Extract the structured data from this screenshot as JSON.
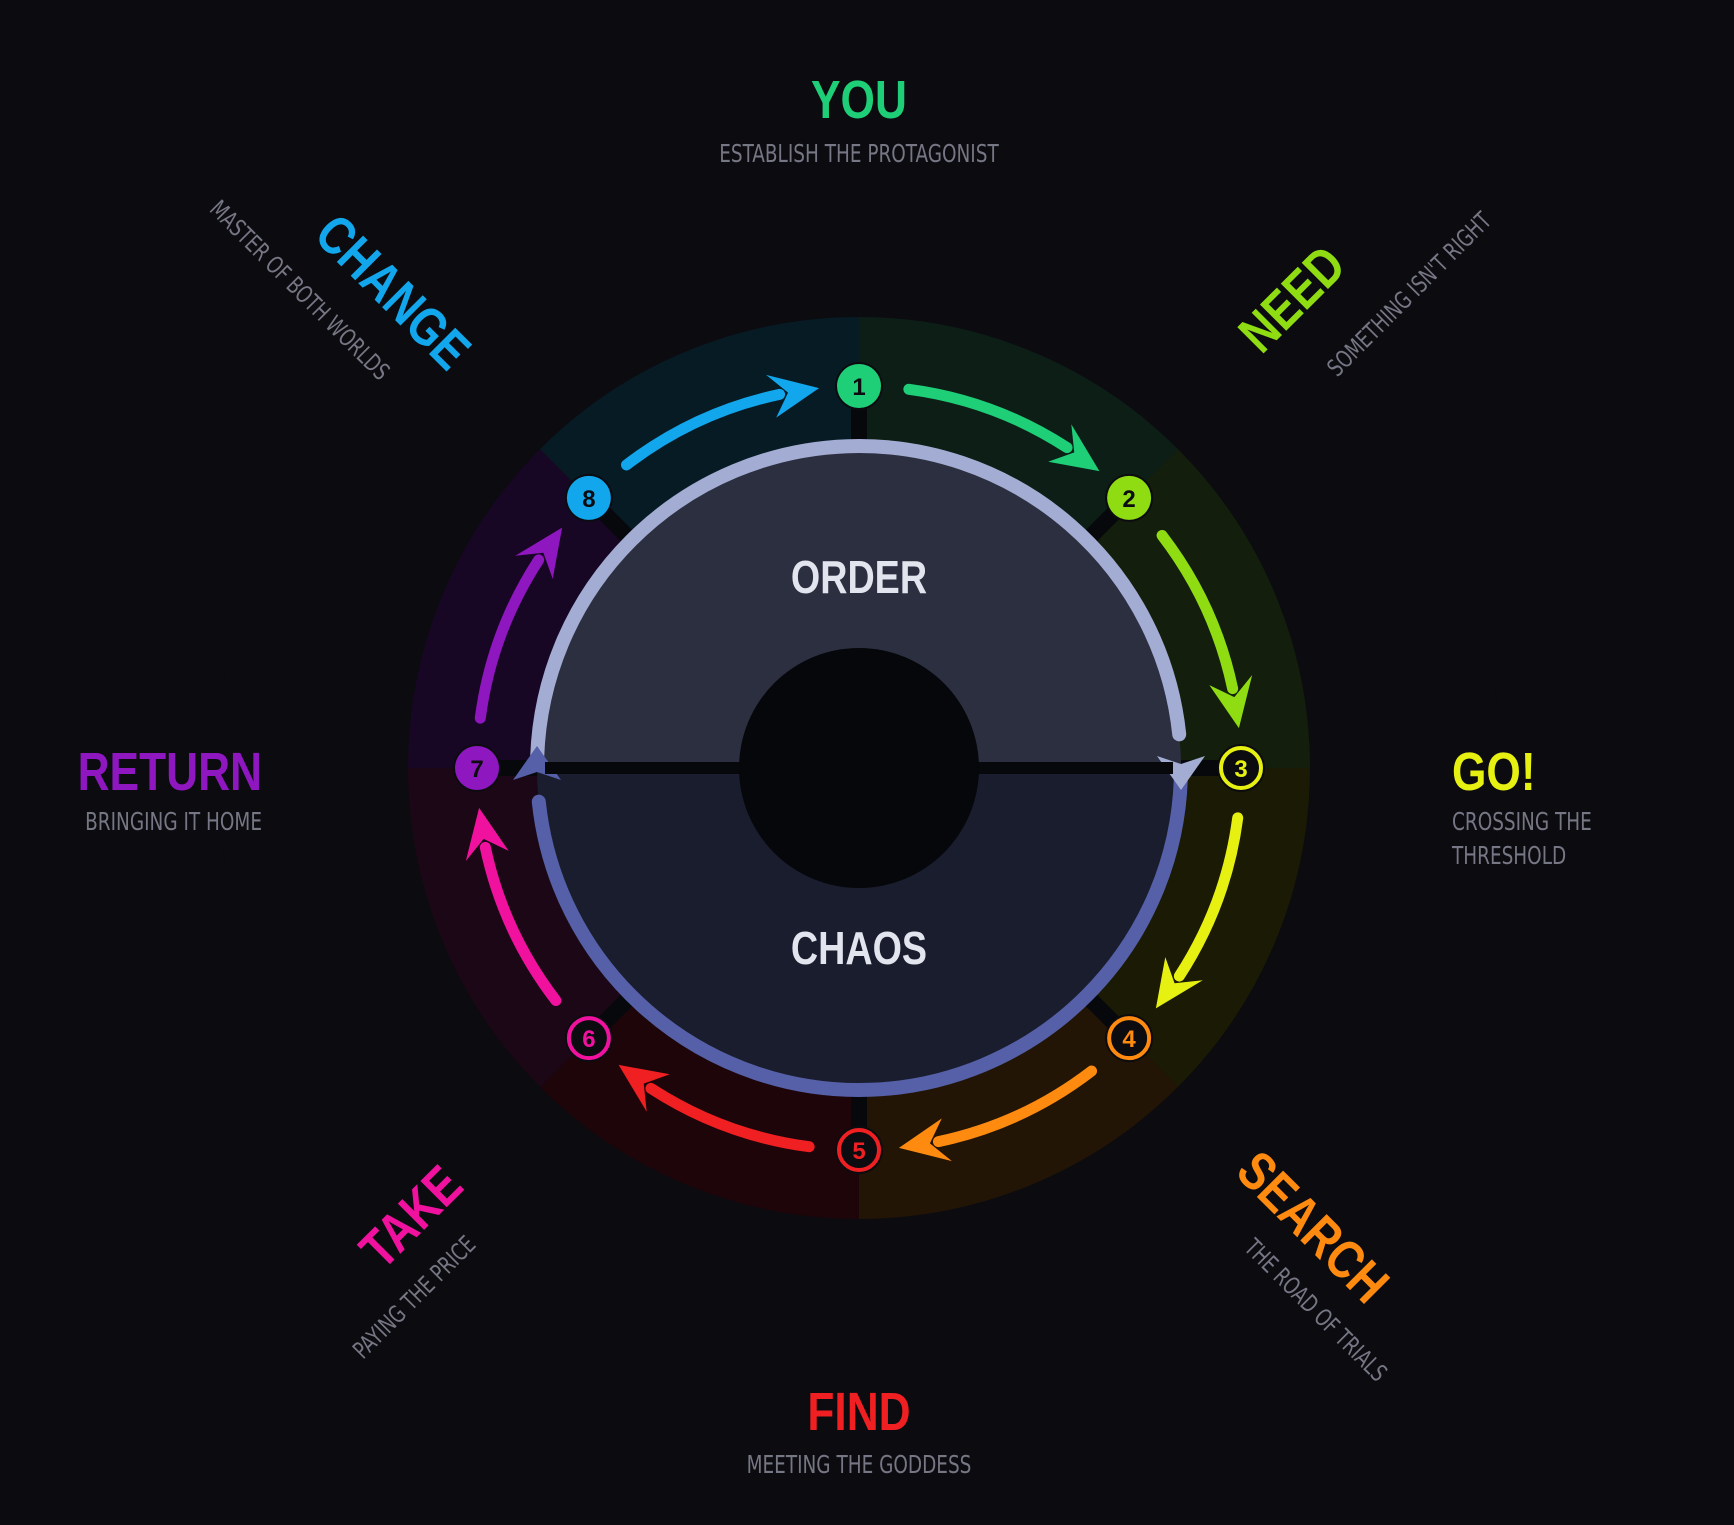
{
  "diagram": {
    "center": {
      "upper_label": "ORDER",
      "lower_label": "CHAOS"
    },
    "stages": [
      {
        "number": "1",
        "title": "YOU",
        "subtitle": "ESTABLISH THE PROTAGONIST",
        "color": "#1ecf78",
        "sector_fill": "#0d1e17"
      },
      {
        "number": "2",
        "title": "NEED",
        "subtitle": "SOMETHING ISN'T RIGHT",
        "color": "#8fdc13",
        "sector_fill": "#131e0d"
      },
      {
        "number": "3",
        "title": "GO!",
        "subtitle_lines": [
          "CROSSING THE",
          "THRESHOLD"
        ],
        "color": "#e6f011",
        "sector_fill": "#1a1a05"
      },
      {
        "number": "4",
        "title": "SEARCH",
        "subtitle": "THE ROAD OF TRIALS",
        "color": "#ff8a10",
        "sector_fill": "#221505"
      },
      {
        "number": "5",
        "title": "FIND",
        "subtitle": "MEETING THE GODDESS",
        "color": "#ef1f22",
        "sector_fill": "#1e0509"
      },
      {
        "number": "6",
        "title": "TAKE",
        "subtitle": "PAYING THE PRICE",
        "color": "#f0129f",
        "sector_fill": "#1c0716"
      },
      {
        "number": "7",
        "title": "RETURN",
        "subtitle": "BRINGING IT HOME",
        "color": "#8f17c0",
        "sector_fill": "#180724"
      },
      {
        "number": "8",
        "title": "CHANGE",
        "subtitle": "MASTER OF BOTH WORLDS",
        "color": "#12a6ec",
        "sector_fill": "#071b25"
      }
    ],
    "colors": {
      "background": "#0b0b10",
      "order_fill": "#2c2f40",
      "chaos_fill": "#1a1d2e",
      "order_ring": "#a3acd3",
      "chaos_ring": "#5560a8",
      "core": "#06070b",
      "center_text": "#e2e4ee",
      "subtitle_text": "#767784"
    }
  }
}
